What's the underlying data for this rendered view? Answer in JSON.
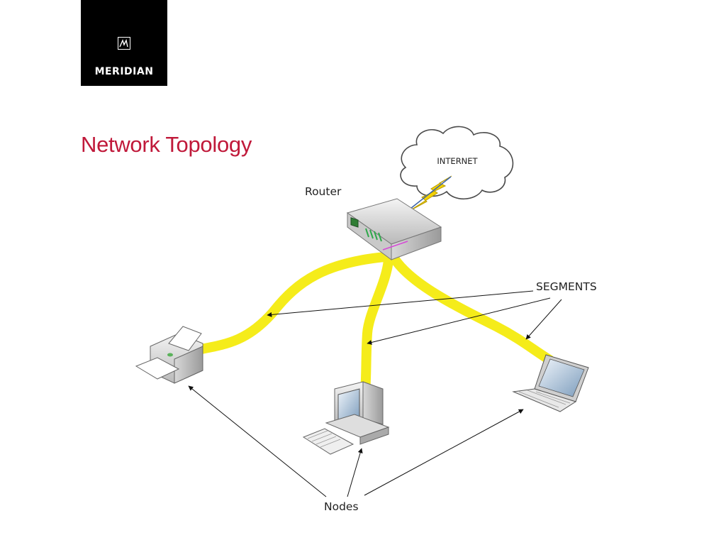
{
  "brand": {
    "name": "MERIDIAN",
    "mark_icon": "meridian-m-mark-icon",
    "logo_bg": "#000000",
    "logo_fg": "#ffffff"
  },
  "title": {
    "text": "Network Topology",
    "color": "#c0193a"
  },
  "diagram": {
    "cloud_label": "INTERNET",
    "router_label": "Router",
    "segments_label": "SEGMENTS",
    "nodes_label": "Nodes",
    "cable_color": "#f5ec1a",
    "node_icons": [
      "printer-icon",
      "desktop-computer-icon",
      "laptop-icon"
    ]
  }
}
